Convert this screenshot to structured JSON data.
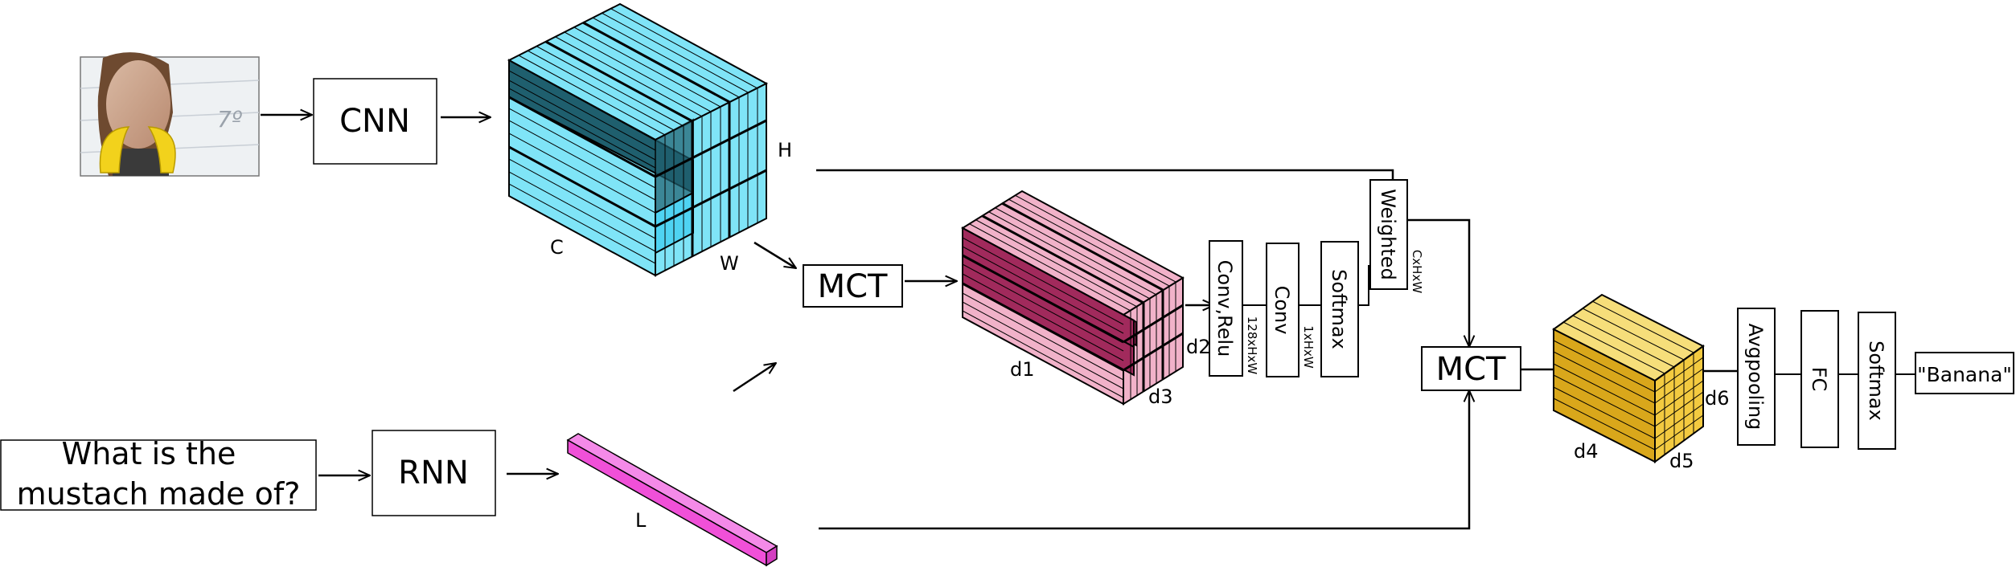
{
  "inputs": {
    "question_line1": "What is the",
    "question_line2": "mustach made of?",
    "photo_text": "7º"
  },
  "modules": {
    "cnn": "CNN",
    "rnn": "RNN",
    "mct1": "MCT",
    "mct2": "MCT",
    "conv_relu": "Conv,Relu",
    "conv": "Conv",
    "softmax1": "Softmax",
    "weighted": "Weighted",
    "avgpooling": "Avgpooling",
    "fc": "FC",
    "softmax2": "Softmax",
    "answer": "\"Banana\""
  },
  "dims": {
    "h": "H",
    "w": "W",
    "c": "C",
    "l": "L",
    "d1": "d1",
    "d2": "d2",
    "d3": "d3",
    "d4": "d4",
    "d5": "d5",
    "d6": "d6",
    "conv_relu_out": "128xHxW",
    "conv_out": "1xHxW",
    "weighted_out": "CxHxW"
  },
  "colors": {
    "blue_light": "#7fe4f7",
    "blue_dark": "#1f5f6e",
    "pink_light": "#f1b2c9",
    "pink_dark": "#a12a5c",
    "magenta": "#f050d8",
    "gold": "#f3ca40"
  }
}
